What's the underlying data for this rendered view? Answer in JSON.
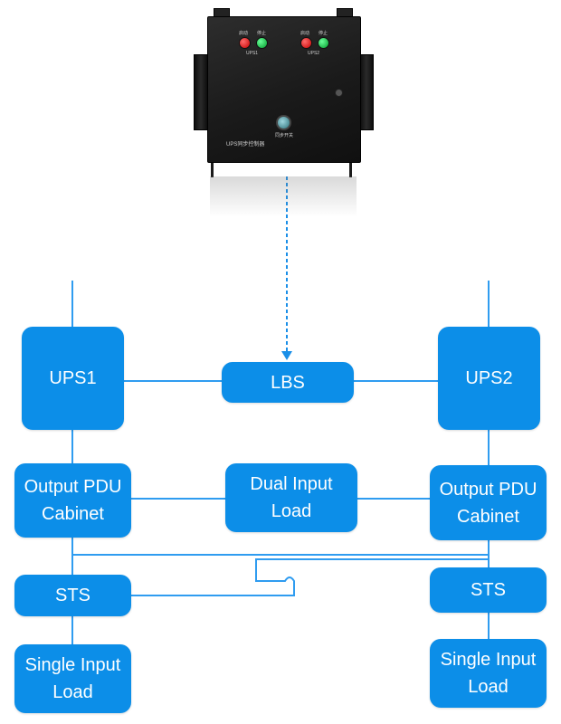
{
  "device": {
    "label": "UPS同步控制器",
    "group_1_label": "UPS1",
    "group_2_label": "UPS2",
    "button_caption_1": "启动",
    "button_caption_2": "停止",
    "button_caption_3": "启动",
    "button_caption_4": "停止",
    "switch_caption": "同步开关"
  },
  "nodes": {
    "ups1": "UPS1",
    "lbs": "LBS",
    "ups2": "UPS2",
    "pdu_left": "Output PDU\nCabinet",
    "dual_load": "Dual Input\nLoad",
    "pdu_right": "Output PDU\nCabinet",
    "sts_left": "STS",
    "sts_right": "STS",
    "single_left": "Single Input\nLoad",
    "single_right": "Single Input\nLoad"
  },
  "colors": {
    "box_fill": "#0c8ee8",
    "line": "#2f9cf0",
    "arrow": "#1a8fe8",
    "text": "#ffffff"
  }
}
